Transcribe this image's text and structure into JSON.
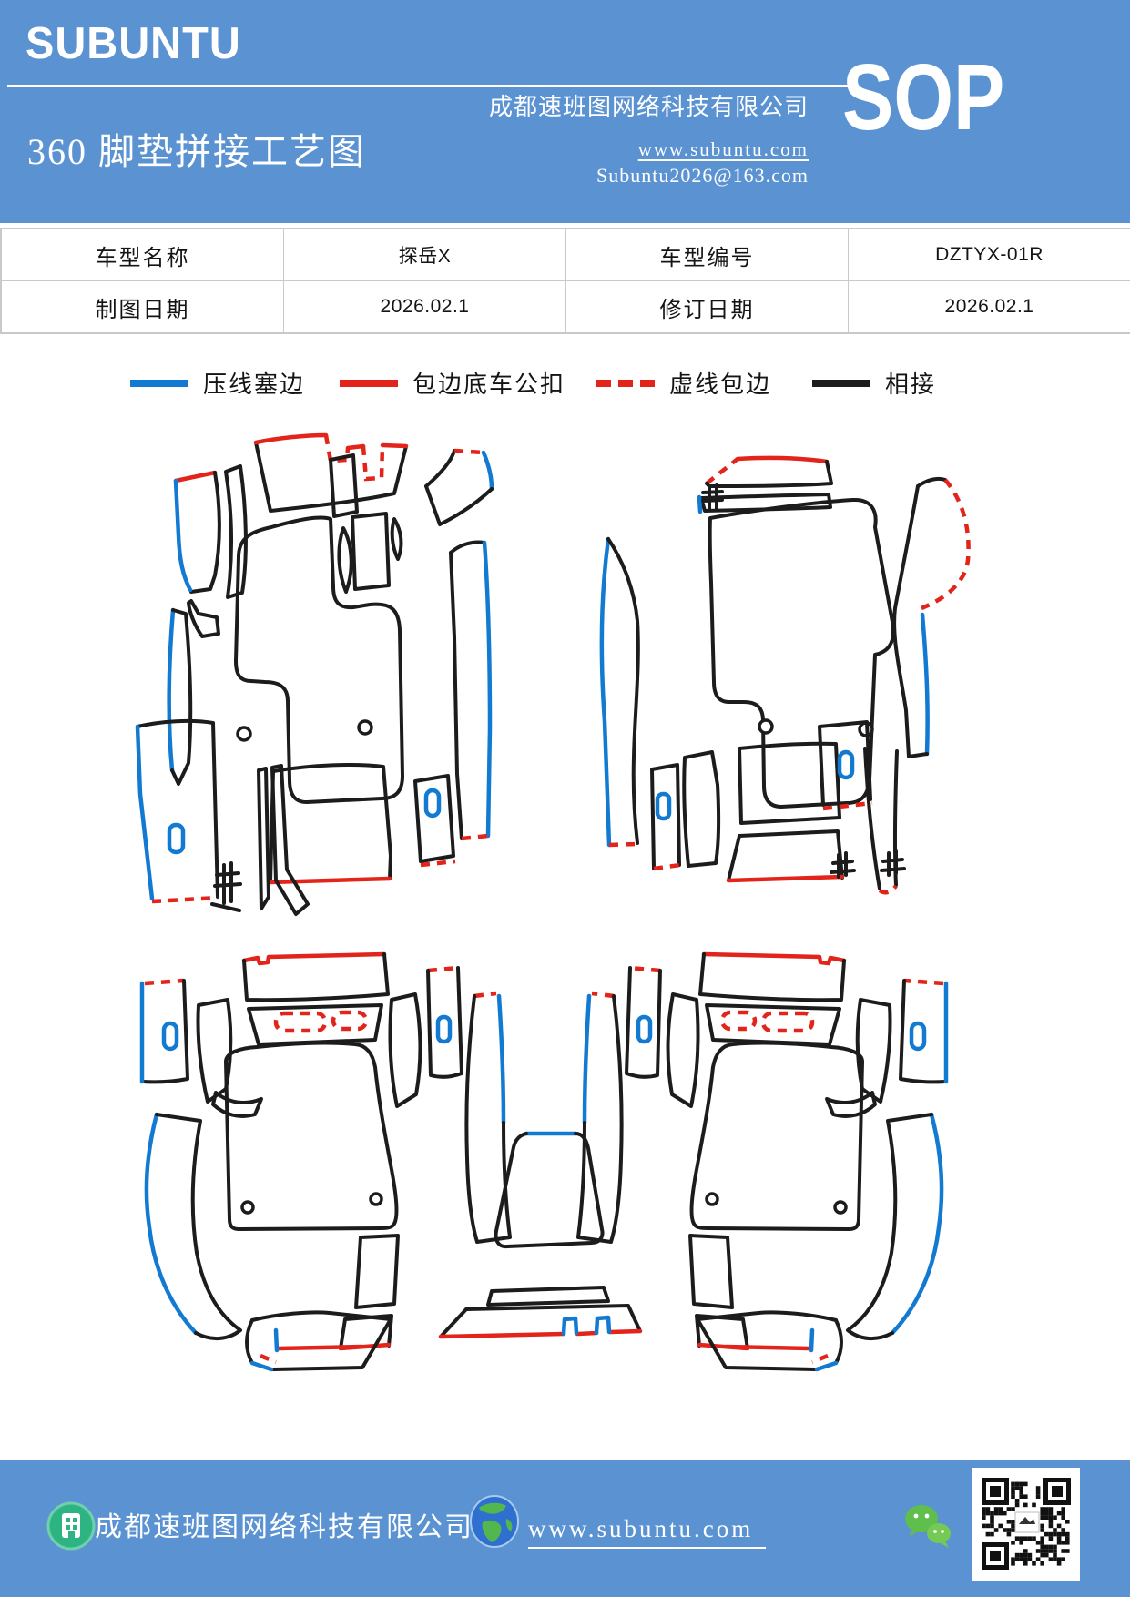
{
  "colors": {
    "accent": "#5b93d2",
    "line_blue": "#137ad2",
    "line_red": "#e3241b",
    "line_black": "#1c1c1c",
    "tborder": "#c9c9c9",
    "logo_green": "#2eb483",
    "wechat_green": "#5fbe4c"
  },
  "header": {
    "logo": "SUBUNTU",
    "company": "成都速班图网络科技有限公司",
    "title": "360 脚垫拼接工艺图",
    "website": "www.subuntu.com",
    "email": "Subuntu2026@163.com",
    "badge": "SOP"
  },
  "info_table": {
    "rows": [
      {
        "c1": "车型名称",
        "c2": "探岳X",
        "c3": "车型编号",
        "c4": "DZTYX-01R"
      },
      {
        "c1": "制图日期",
        "c2": "2026.02.1",
        "c3": "修订日期",
        "c4": "2026.02.1"
      }
    ]
  },
  "legend": {
    "items": [
      {
        "label": "压线塞边",
        "color": "#137ad2",
        "style": "solid"
      },
      {
        "label": "包边底车公扣",
        "color": "#e3241b",
        "style": "solid"
      },
      {
        "label": "虚线包边",
        "color": "#e3241b",
        "style": "dashed"
      },
      {
        "label": "相接",
        "color": "#1c1c1c",
        "style": "solid"
      }
    ]
  },
  "diagram": {
    "description": "360 floor mat splicing pattern pieces: front-left set, front-right set, rear set (left/right mirrored with center tunnel pieces)"
  },
  "footer": {
    "company": "成都速班图网络科技有限公司",
    "website": "www.subuntu.com"
  }
}
